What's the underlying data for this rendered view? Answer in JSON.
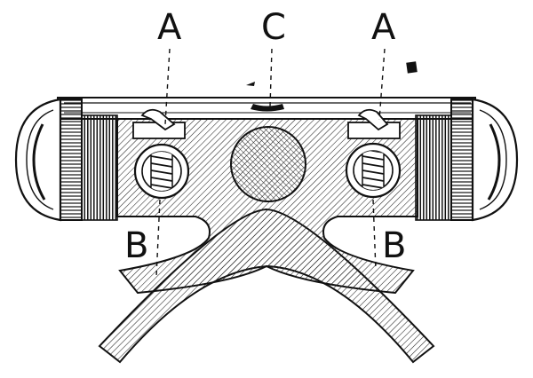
{
  "figure": {
    "labels": {
      "a_left": "A",
      "c_center": "C",
      "a_right": "A",
      "b_left": "B",
      "b_right": "B"
    },
    "colors": {
      "ink": "#111111",
      "paper": "#ffffff"
    }
  }
}
